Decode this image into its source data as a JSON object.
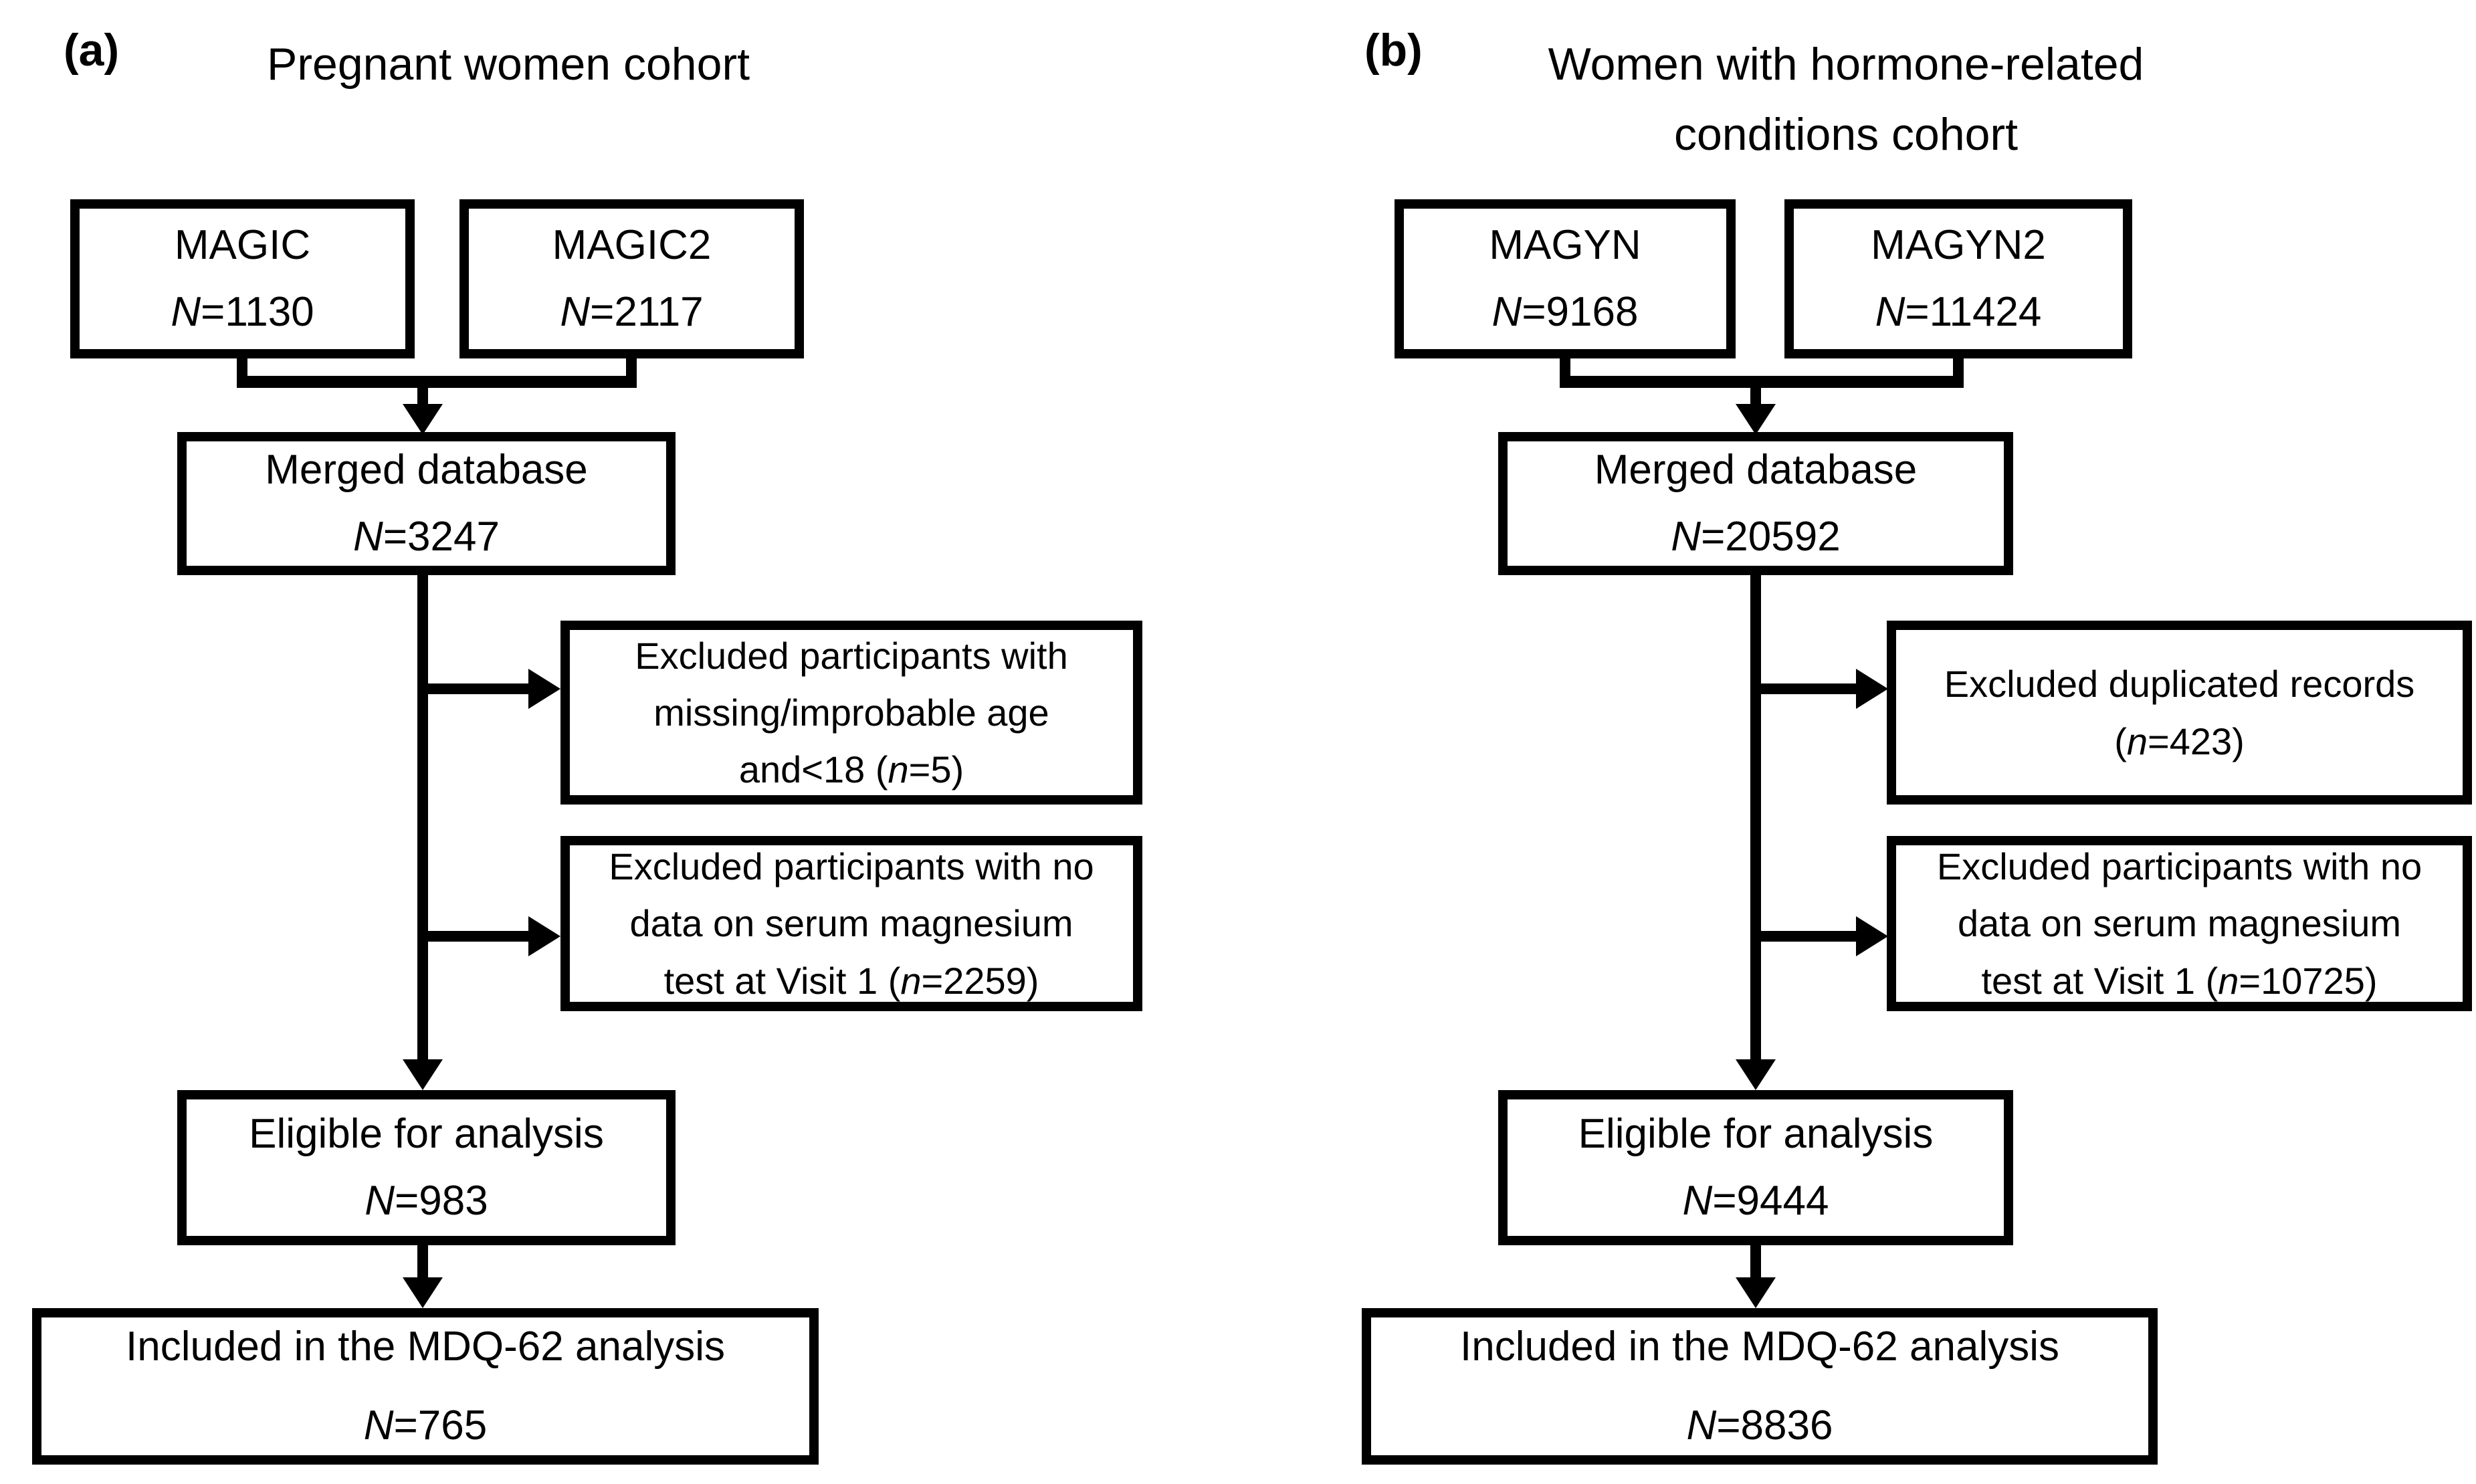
{
  "colors": {
    "ink": "#000000",
    "paper": "#ffffff"
  },
  "panel_a": {
    "label": "(a)",
    "title": "Pregnant women cohort",
    "source1": {
      "name": "MAGIC",
      "n_var": "N",
      "n_eq": "=1130"
    },
    "source2": {
      "name": "MAGIC2",
      "n_var": "N",
      "n_eq": "=2117"
    },
    "merged": {
      "line1": "Merged database",
      "n_var": "N",
      "n_eq": "=3247"
    },
    "exclusion1": {
      "line1": "Excluded participants with",
      "line2": "missing/improbable age",
      "line3_pre": "and<18 (",
      "line3_var": "n",
      "line3_post": "=5)"
    },
    "exclusion2": {
      "line1": "Excluded participants with no",
      "line2": "data on serum magnesium",
      "line3_pre": "test at Visit 1 (",
      "line3_var": "n",
      "line3_post": "=2259)"
    },
    "eligible": {
      "line1": "Eligible for analysis",
      "n_var": "N",
      "n_eq": "=983"
    },
    "included": {
      "line1": "Included in the MDQ-62 analysis",
      "n_var": "N",
      "n_eq": "=765"
    }
  },
  "panel_b": {
    "label": "(b)",
    "title_line1": "Women with hormone-related",
    "title_line2": "conditions cohort",
    "source1": {
      "name": "MAGYN",
      "n_var": "N",
      "n_eq": "=9168"
    },
    "source2": {
      "name": "MAGYN2",
      "n_var": "N",
      "n_eq": "=11424"
    },
    "merged": {
      "line1": "Merged database",
      "n_var": "N",
      "n_eq": "=20592"
    },
    "exclusion1": {
      "line1": "Excluded duplicated records",
      "line2_pre": "(",
      "line2_var": "n",
      "line2_post": "=423)"
    },
    "exclusion2": {
      "line1": "Excluded participants with no",
      "line2": "data on serum magnesium",
      "line3_pre": "test at Visit 1 (",
      "line3_var": "n",
      "line3_post": "=10725)"
    },
    "eligible": {
      "line1": "Eligible for analysis",
      "n_var": "N",
      "n_eq": "=9444"
    },
    "included": {
      "line1": "Included in the MDQ-62 analysis",
      "n_var": "N",
      "n_eq": "=8836"
    }
  }
}
